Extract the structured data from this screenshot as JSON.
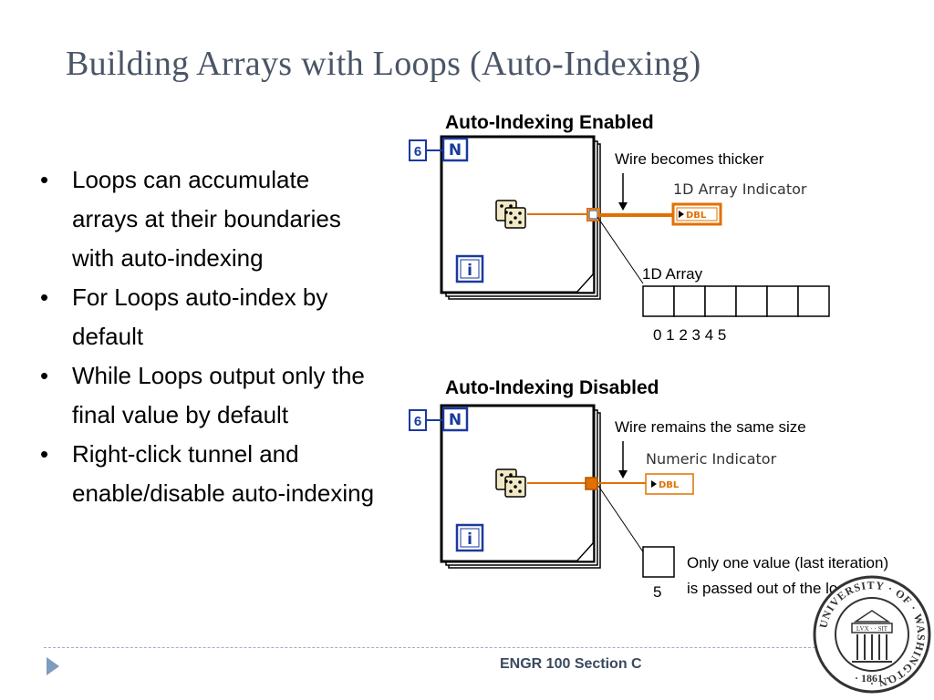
{
  "slide": {
    "title": "Building Arrays with Loops (Auto-Indexing)"
  },
  "bullets": [
    {
      "marker": "•",
      "text": "Loops can accumulate arrays at their boundaries with auto-indexing"
    },
    {
      "marker": "•",
      "text": "For Loops auto-index by default"
    },
    {
      "marker": "•",
      "text": "While Loops output only the final value by default"
    },
    {
      "marker": "•",
      "text": "Right-click tunnel and enable/disable auto-indexing"
    }
  ],
  "enabled": {
    "heading": "Auto-Indexing Enabled",
    "count_value": "6",
    "count_terminal": "N",
    "iteration_terminal": "i",
    "wire_note": "Wire becomes thicker",
    "indicator_label": "1D Array Indicator",
    "indicator_type": "DBL",
    "array_label": "1D Array",
    "array_indices": "0 1 2 3 4 5"
  },
  "disabled": {
    "heading": "Auto-Indexing Disabled",
    "count_value": "6",
    "count_terminal": "N",
    "iteration_terminal": "i",
    "wire_note": "Wire remains the same size",
    "indicator_label": "Numeric Indicator",
    "indicator_type": "DBL",
    "value_note_line1": "Only one value (last iteration)",
    "value_note_line2": "is passed out of the loop",
    "value_index": "5"
  },
  "footer": {
    "text": "ENGR 100 Section C"
  },
  "seal": {
    "ring_text": "UNIVERSITY OF WASHINGTON",
    "motto": "LVX SIT",
    "year": "1861"
  },
  "colors": {
    "title": "#4a5566",
    "terminal_blue": "#1a3a9e",
    "wire_orange": "#e07000",
    "footer_accent": "#7f9bbf",
    "seal_gray": "#333333"
  }
}
